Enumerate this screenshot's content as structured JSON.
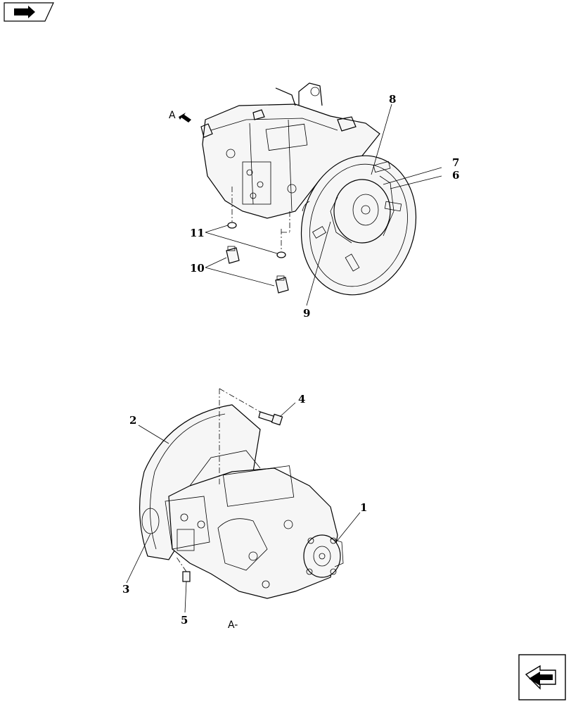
{
  "callouts": {
    "c1": "1",
    "c2": "2",
    "c3": "3",
    "c4": "4",
    "c5": "5",
    "c6": "6",
    "c7": "7",
    "c8": "8",
    "c9": "9",
    "c10": "10",
    "c11": "11"
  },
  "view_labels": {
    "arrow_label": "A",
    "view_ref": "A-"
  },
  "icons": {
    "top_left": "book-arrow-icon",
    "bottom_right": "next-arrow-icon"
  }
}
